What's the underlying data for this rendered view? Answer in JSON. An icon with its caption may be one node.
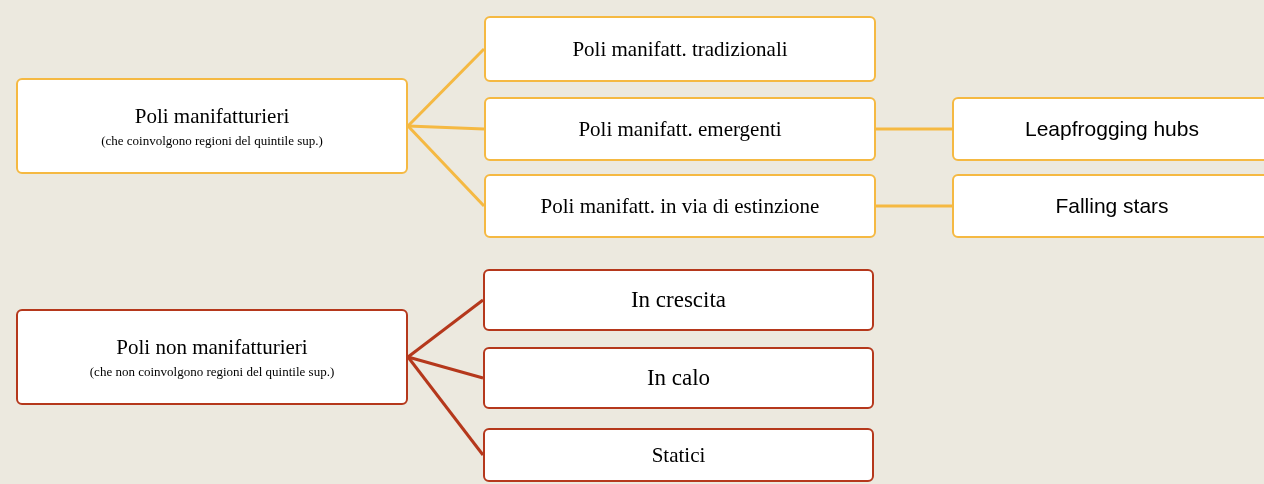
{
  "diagram": {
    "nodes": [
      {
        "text": [
          "Poli manifatturieri",
          "(che coinvolgono regioni del quintile sup.)"
        ]
      },
      {
        "text": [
          "Poli manifatt. tradizionali"
        ]
      },
      {
        "text": [
          "Poli manifatt. emergenti"
        ]
      },
      {
        "text": [
          "Poli manifatt. in via di estinzione"
        ]
      },
      {
        "text": [
          "Leapfrogging hubs"
        ]
      },
      {
        "text": [
          "Falling stars"
        ]
      },
      {
        "text": [
          "Poli non manifatturieri",
          "(che non coinvolgono regioni del quintile sup.)"
        ]
      },
      {
        "text": [
          "In crescita"
        ]
      },
      {
        "text": [
          "In calo"
        ]
      },
      {
        "text": [
          "Statici"
        ]
      }
    ],
    "edges": [
      {
        "from": 0,
        "to": 1,
        "arrow": "none"
      },
      {
        "from": 0,
        "to": 2,
        "arrow": "none"
      },
      {
        "from": 0,
        "to": 3,
        "arrow": "none"
      },
      {
        "from": 2,
        "to": 4,
        "arrow": "none"
      },
      {
        "from": 3,
        "to": 5,
        "arrow": "none"
      },
      {
        "from": 6,
        "to": 7,
        "arrow": "none",
        "color": "#b5381c"
      },
      {
        "from": 6,
        "to": 8,
        "arrow": "none",
        "color": "#b5381c"
      },
      {
        "from": 6,
        "to": 9,
        "arrow": "none",
        "color": "#b5381c"
      }
    ]
  }
}
